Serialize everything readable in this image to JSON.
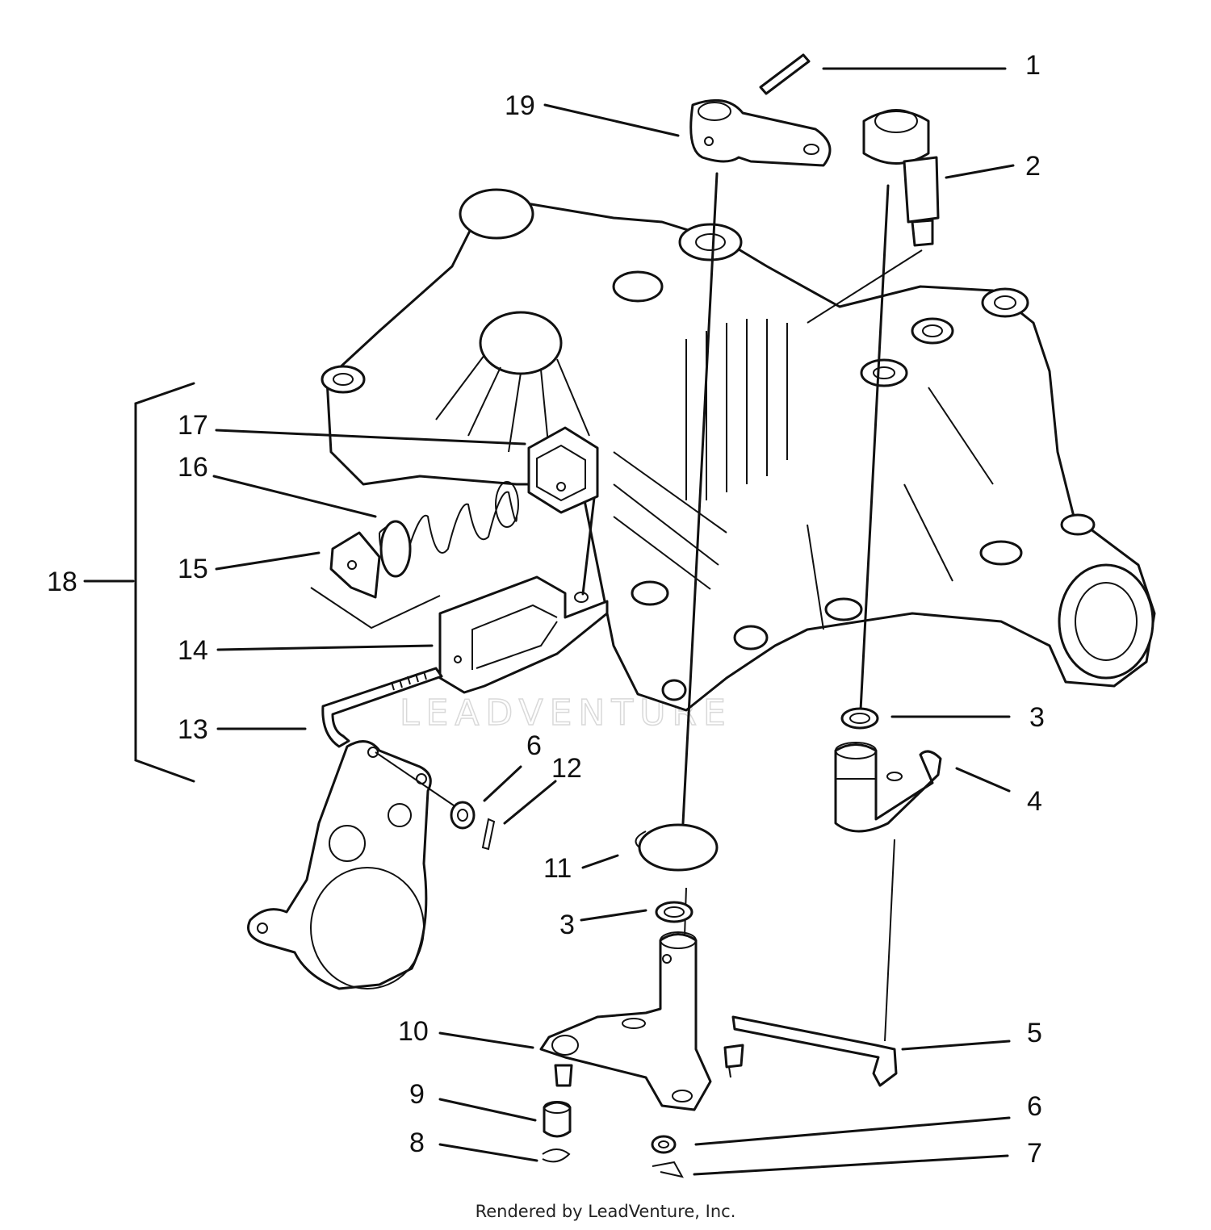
{
  "callouts": [
    {
      "id": "1",
      "text": "1"
    },
    {
      "id": "2",
      "text": "2"
    },
    {
      "id": "3a",
      "text": "3"
    },
    {
      "id": "4",
      "text": "4"
    },
    {
      "id": "5",
      "text": "5"
    },
    {
      "id": "6a",
      "text": "6"
    },
    {
      "id": "7",
      "text": "7"
    },
    {
      "id": "3b",
      "text": "3"
    },
    {
      "id": "6b",
      "text": "6"
    },
    {
      "id": "8",
      "text": "8"
    },
    {
      "id": "9",
      "text": "9"
    },
    {
      "id": "10",
      "text": "10"
    },
    {
      "id": "11",
      "text": "11"
    },
    {
      "id": "12",
      "text": "12"
    },
    {
      "id": "13",
      "text": "13"
    },
    {
      "id": "14",
      "text": "14"
    },
    {
      "id": "15",
      "text": "15"
    },
    {
      "id": "16",
      "text": "16"
    },
    {
      "id": "17",
      "text": "17"
    },
    {
      "id": "18",
      "text": "18"
    },
    {
      "id": "19",
      "text": "19"
    }
  ],
  "watermark": "LEADVENTURE",
  "footer": "Rendered by LeadVenture, Inc."
}
